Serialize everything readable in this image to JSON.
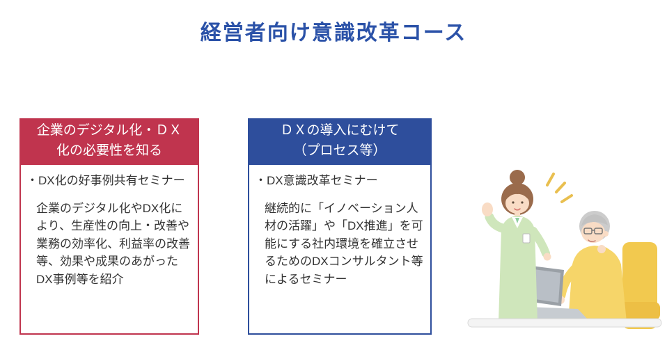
{
  "title": "経営者向け意識改革コース",
  "colors": {
    "title_blue": "#2b52a8",
    "card_red_accent": "#c0344e",
    "card_blue_accent": "#2e4e9c",
    "body_text": "#333333"
  },
  "cards": [
    {
      "header": "企業のデジタル化・ＤＸ\n化の必要性を知る",
      "bullet": "・DX化の好事例共有セミナー",
      "paragraph": "企業のデジタル化やDX化により、生産性の向上・改善や業務の効率化、利益率の改善等、効果や成果のあがったDX事例等を紹介"
    },
    {
      "header": "ＤＸの導入にむけて\n（プロセス等）",
      "bullet": "・DX意識改革セミナー",
      "paragraph": "継続的に「イノベーション人材の活躍」や「DX推進」を可能にする社内環境を確立させるためのDXコンサルタント等によるセミナー"
    }
  ],
  "illustration": {
    "name": "consultant-presenting-to-executive-with-laptop"
  }
}
